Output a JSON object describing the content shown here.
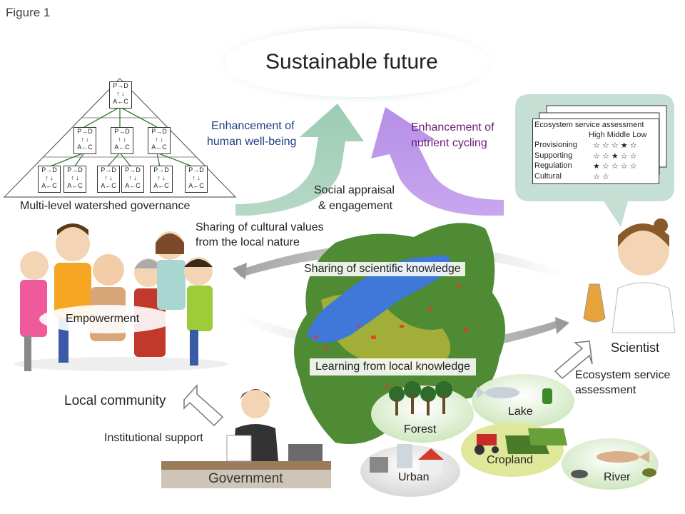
{
  "figure_label": "Figure 1",
  "goal": "Sustainable future",
  "arrows": {
    "left_arrow_label": [
      "Enhancement of",
      "human well-being"
    ],
    "right_arrow_label": [
      "Enhancement of",
      "nutrient cycling"
    ],
    "social": [
      "Social appraisal",
      "& engagement"
    ]
  },
  "governance": {
    "caption": "Multi-level watershed governance",
    "cycle": {
      "p": "P",
      "d": "D",
      "a": "A",
      "c": "C"
    }
  },
  "flows": {
    "cultural": [
      "Sharing of cultural values",
      "from the local nature"
    ],
    "scientific": "Sharing of scientific knowledge",
    "local": "Learning from local knowledge",
    "empowerment": "Empowerment",
    "institutional": "Institutional support",
    "es_assessment": [
      "Ecosystem service",
      "assessment"
    ]
  },
  "actors": {
    "community": "Local community",
    "scientist": "Scientist",
    "government": "Government"
  },
  "assessment_card": {
    "title": "Ecosystem service assessment",
    "columns": "High Middle Low",
    "rows": [
      {
        "name": "Provisioning",
        "stars": "☆ ☆ ☆ ★ ☆"
      },
      {
        "name": "Supporting",
        "stars": "☆ ☆ ★ ☆ ☆"
      },
      {
        "name": "Regulation",
        "stars": "★ ☆ ☆ ☆ ☆"
      },
      {
        "name": "Cultural",
        "stars": "☆ ☆"
      }
    ]
  },
  "ecosystems": [
    "Forest",
    "Lake",
    "Cropland",
    "Urban",
    "River"
  ],
  "colors": {
    "green_arrow": "#a8d0bd",
    "purple_arrow": "#c9a6ee",
    "left_label": "#1f3e86",
    "right_label": "#6a1b75",
    "map_green": "#4f8a34",
    "lake_blue": "#3f78d8"
  }
}
